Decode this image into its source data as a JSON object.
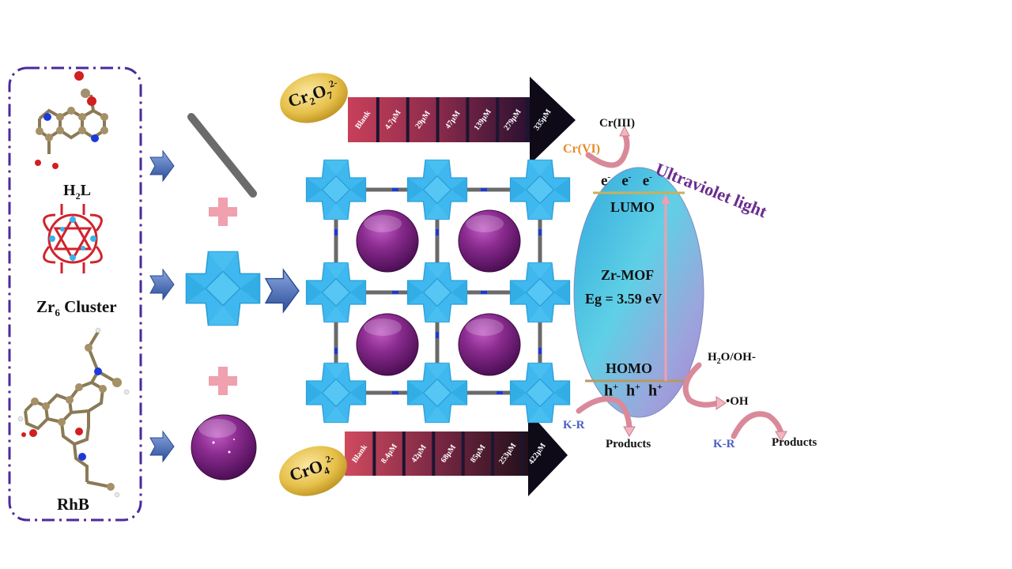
{
  "figure": {
    "components": {
      "ligand_label_main": "H",
      "ligand_label_sub": "2",
      "ligand_label_tail": "L",
      "cluster_label_main": "Zr",
      "cluster_label_sub": "6",
      "cluster_label_tail": " Cluster",
      "dye_label": "RhB"
    },
    "dichromate": {
      "ion_main": "Cr",
      "ion_sub1": "2",
      "ion_mid": "O",
      "ion_sub2": "7",
      "ion_sup": "2-",
      "vials": [
        "Blank",
        "4.7μM",
        "29μM",
        "47μM",
        "139μM",
        "279μM",
        "335μM"
      ]
    },
    "chromate": {
      "ion_main": "CrO",
      "ion_sub": "4",
      "ion_sup": "2-",
      "vials": [
        "Blank",
        "8.4μM",
        "42μM",
        "68μM",
        "85μM",
        "253μM",
        "422μM"
      ]
    },
    "band": {
      "material": "Zr-MOF",
      "bandgap": "Eg = 3.59 eV",
      "lumo": "LUMO",
      "homo": "HOMO",
      "electron": "e",
      "electron_sup": "-",
      "hole": "h",
      "hole_sup": "+",
      "light": "Ultraviolet light",
      "cr6": "Cr(VI)",
      "cr3": "Cr(III)",
      "water": "H2O/OH-",
      "water_main": "H",
      "water_sub": "2",
      "water_tail": "O/OH-",
      "radical": "•OH",
      "kr1": "K-R",
      "kr2": "K-R",
      "products1": "Products",
      "products2": "Products"
    },
    "colors": {
      "frame": "#4b2a9a",
      "cluster_blue": "#3fb8ef",
      "sphere_purple": "#7a1f7f",
      "arrow_blue": "#3a5fa8",
      "plus_pink": "#f0a0ae",
      "ion_gold": "#e8c24a",
      "uv_text": "#6a2d8f",
      "cr6_orange": "#e8892a",
      "kr_blue": "#4a5fc0"
    }
  }
}
